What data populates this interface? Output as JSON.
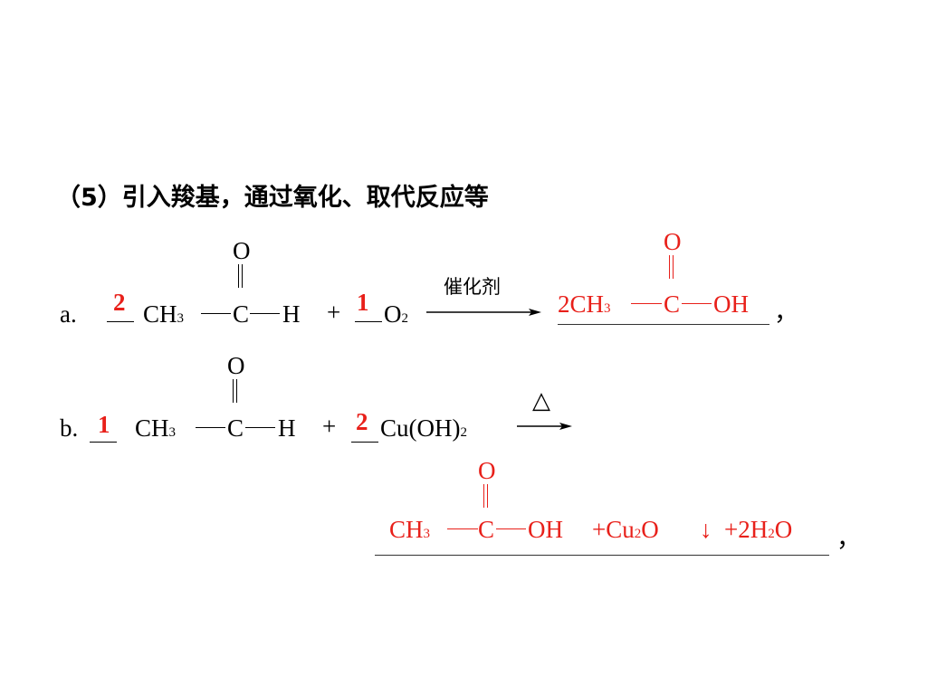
{
  "title": "（5）引入羧基，通过氧化、取代反应等",
  "reaction_a": {
    "label": "a.",
    "coef1": "2",
    "reactant1": "CH3",
    "carbonyl_o": "O",
    "carbon": "C",
    "hydrogen": "H",
    "plus": "+",
    "coef2": "1",
    "reactant2": "O2",
    "catalyst": "催化剂",
    "product": "2CH3",
    "product_carbon": "C",
    "product_oh": "OH",
    "product_o": "O",
    "comma": "，"
  },
  "reaction_b": {
    "label": "b.",
    "coef1": "1",
    "reactant1": "CH3",
    "carbonyl_o": "O",
    "carbon": "C",
    "hydrogen": "H",
    "plus": "+",
    "coef2": "2",
    "reactant2": "Cu(OH)2",
    "condition": "△",
    "product1": "CH3",
    "product1_carbon": "C",
    "product1_oh": "OH",
    "product1_o": "O",
    "plus2": "+Cu2O",
    "precipitate": "↓",
    "plus3": "+2H2O",
    "comma": "，"
  }
}
